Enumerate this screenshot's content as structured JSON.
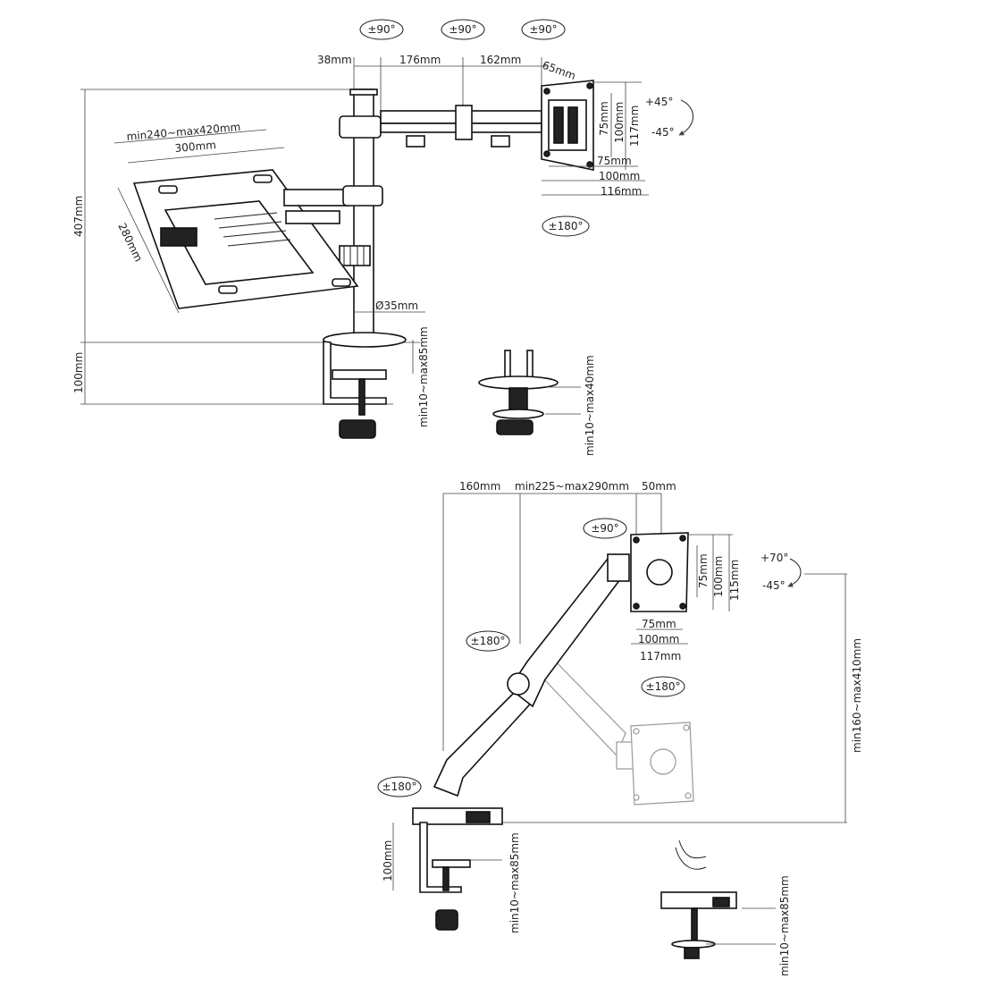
{
  "diagram_top": {
    "rotations": {
      "r1": "±90°",
      "r2": "±90°",
      "r3": "±90°",
      "r4": "±180°"
    },
    "tilt": {
      "up": "+45°",
      "down": "-45°"
    },
    "dims": {
      "d38": "38mm",
      "d176": "176mm",
      "d162": "162mm",
      "d65": "65mm",
      "d407": "407mm",
      "d100": "100mm",
      "tray_range": "min240~max420mm",
      "tray_300": "300mm",
      "tray_280": "280mm",
      "pole": "Ø35mm",
      "clamp": "min10~max85mm",
      "grommet": "min10~max40mm",
      "vesa75h": "75mm",
      "vesa100h": "100mm",
      "vesa117h": "117mm",
      "vesa75w": "75mm",
      "vesa100w": "100mm",
      "vesa116w": "116mm"
    }
  },
  "diagram_bottom": {
    "rotations": {
      "r1": "±90°",
      "r2": "±180°",
      "r3": "±180°",
      "r4": "±180°"
    },
    "tilt": {
      "up": "+70°",
      "down": "-45°"
    },
    "dims": {
      "d160": "160mm",
      "reach": "min225~max290mm",
      "d50": "50mm",
      "vesa75h": "75mm",
      "vesa100h": "100mm",
      "vesa115h": "115mm",
      "vesa75w": "75mm",
      "vesa100w": "100mm",
      "vesa117w": "117mm",
      "height": "min160~max410mm",
      "d100": "100mm",
      "clamp": "min10~max85mm",
      "grommet": "min10~max85mm"
    }
  }
}
